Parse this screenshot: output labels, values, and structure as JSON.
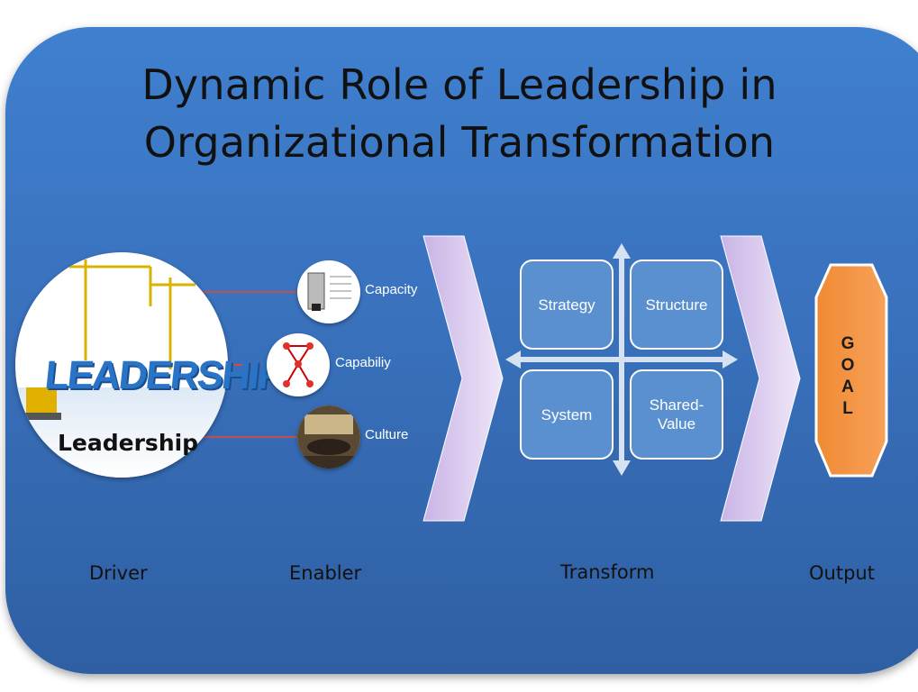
{
  "title": {
    "line1": "Dynamic Role of Leadership in",
    "line2": "Organizational Transformation"
  },
  "driver": {
    "image_word": "LEADERSHIP",
    "label": "Leadership"
  },
  "enablers": [
    {
      "label": "Capacity"
    },
    {
      "label": "Capabiliy"
    },
    {
      "label": "Culture"
    }
  ],
  "transform": {
    "boxes": [
      "Strategy",
      "Structure",
      "System",
      "Shared-\nValue"
    ]
  },
  "goal": {
    "letters": [
      "G",
      "O",
      "A",
      "L"
    ]
  },
  "stages": [
    "Driver",
    "Enabler",
    "Transform",
    "Output"
  ],
  "colors": {
    "panel": "#3a73bf",
    "connector": "#c0504d",
    "chevron": "#d9c8ec",
    "box": "#5a90cf",
    "goal": "#f79646"
  }
}
